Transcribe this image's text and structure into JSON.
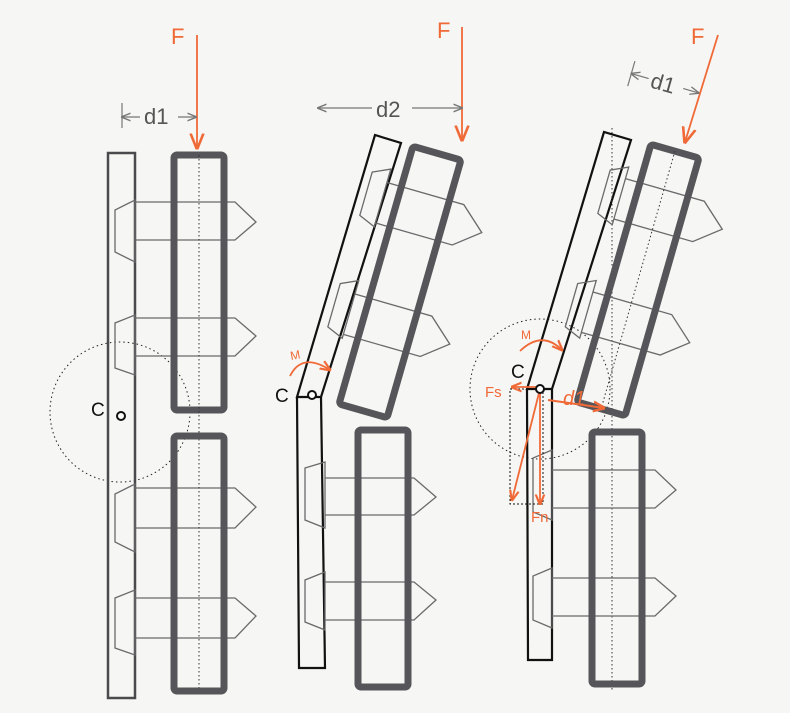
{
  "colors": {
    "background": "#f6f6f4",
    "ink": "#1a1a1a",
    "block": "#56565a",
    "thin": "#7a7a7c",
    "force": "#f06a38"
  },
  "labels": {
    "force": "F",
    "distance_1": "d1",
    "distance_2": "d2",
    "center": "C",
    "moment": "M",
    "shear_force": "Fs",
    "normal_force": "Fn"
  },
  "panels": [
    {
      "id": "straight",
      "force_label": "F",
      "distance_label": "d1",
      "center_label": "C"
    },
    {
      "id": "bent",
      "force_label": "F",
      "distance_label": "d2",
      "center_label": "C",
      "moment_label": "M"
    },
    {
      "id": "bent-with-forces",
      "force_label": "F",
      "distance_label": "d1",
      "center_label": "C",
      "moment_label": "M",
      "inner_distance_label": "d1",
      "shear_label": "Fs",
      "normal_label": "Fn"
    }
  ]
}
